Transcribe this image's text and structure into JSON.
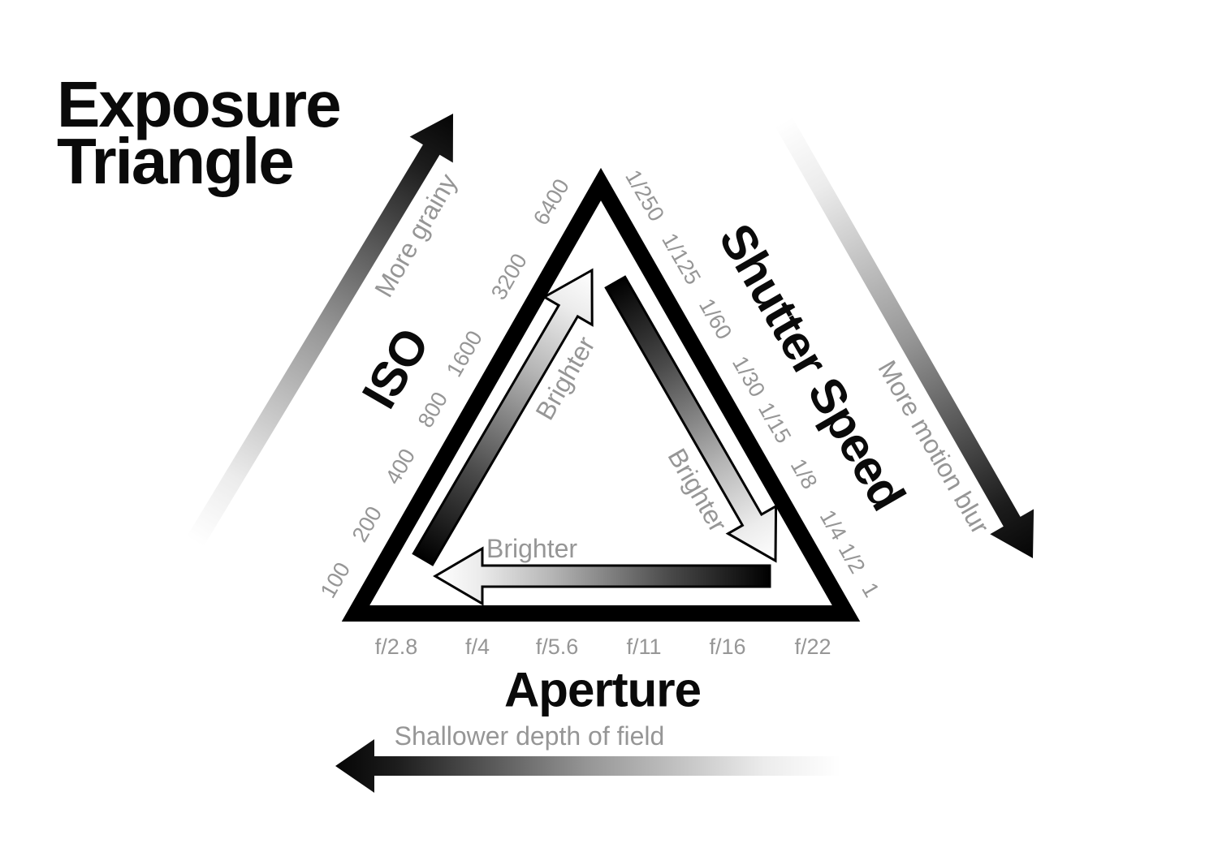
{
  "title": {
    "line1": "Exposure",
    "line2": "Triangle"
  },
  "sides": {
    "iso": {
      "label": "ISO",
      "ticks": [
        "100",
        "200",
        "400",
        "800",
        "1600",
        "3200",
        "6400"
      ],
      "inner_arrow_label": "Brighter",
      "outer_arrow_label": "More grainy"
    },
    "shutter": {
      "label": "Shutter Speed",
      "ticks": [
        "1/250",
        "1/125",
        "1/60",
        "1/30",
        "1/15",
        "1/8",
        "1/4",
        "1/2",
        "1"
      ],
      "inner_arrow_label": "Brighter",
      "outer_arrow_label": "More motion blur"
    },
    "aperture": {
      "label": "Aperture",
      "ticks": [
        "f/2.8",
        "f/4",
        "f/5.6",
        "f/11",
        "f/16",
        "f/22"
      ],
      "inner_arrow_label": "Brighter",
      "outer_arrow_label": "Shallower depth of field"
    }
  },
  "colors": {
    "text_primary": "#0a0a0a",
    "text_muted": "#969696",
    "arrow_dark": "#050505",
    "arrow_light": "#ffffff",
    "triangle_stroke": "#000000",
    "background": "#ffffff"
  }
}
